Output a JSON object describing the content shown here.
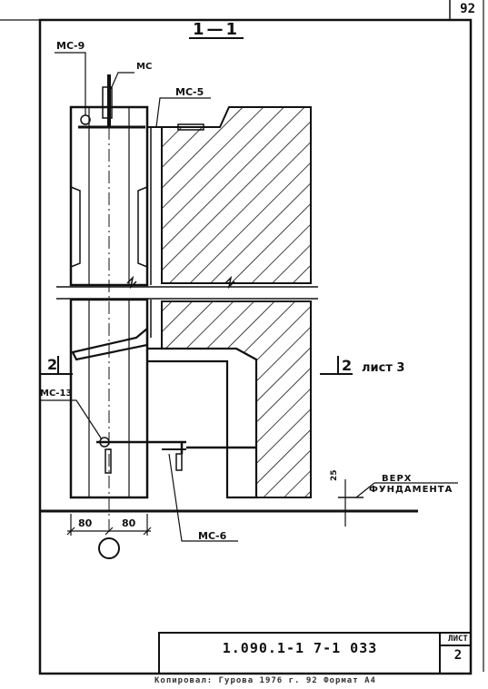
{
  "title_block": {
    "sheet_number": "92",
    "document_code": "1.090.1-1 7-1 033",
    "list_caption": "ЛИСТ",
    "list_value": "2",
    "footer_text": "Копировал: Гурова 1976 г. 92 Формат А4"
  },
  "drawing": {
    "section_title": "1—1",
    "labels": {
      "mc9": "МС-9",
      "mc": "МС",
      "mc5": "МС-5",
      "mc13": "МС-13",
      "mc6": "МС-6",
      "cut_left": "2",
      "cut_right": "2",
      "sheet_ref": "лист 3",
      "verh": "ВЕРХ",
      "fundament": "ФУНДАМЕНТА"
    },
    "dimensions": {
      "foundation_offset": "25",
      "left_half": "80",
      "right_half": "80"
    }
  }
}
